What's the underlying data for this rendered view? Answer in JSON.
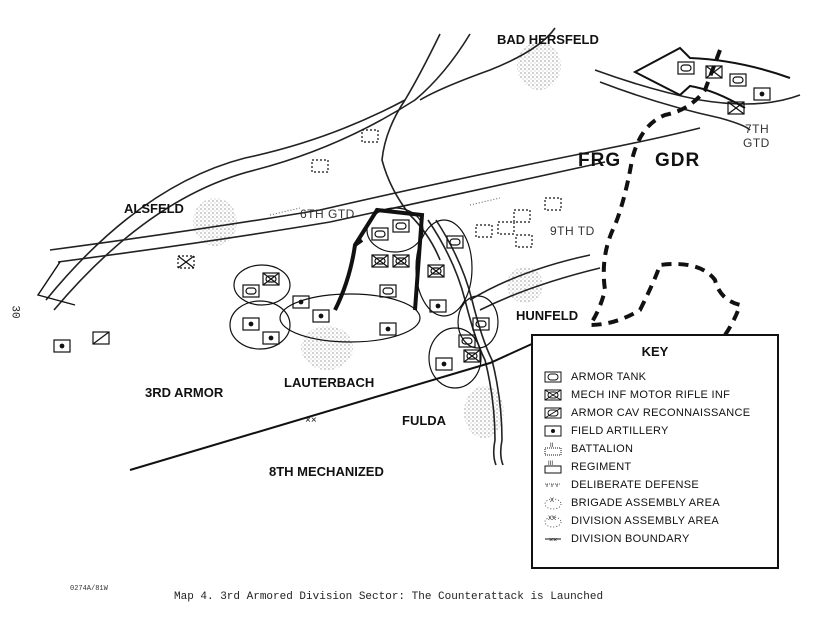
{
  "places": {
    "bad_hersfeld": "BAD HERSFELD",
    "alsfeld": "ALSFELD",
    "lauterbach": "LAUTERBACH",
    "fulda": "FULDA",
    "hunfeld": "HUNFELD",
    "frg": "FRG",
    "gdr": "GDR"
  },
  "units": {
    "third_armor": "3RD ARMOR",
    "eighth_mech": "8TH MECHANIZED",
    "sixth_gtd": "6TH GTD",
    "ninth_td": "9TH TD",
    "seventh_gtd_line1": "7TH",
    "seventh_gtd_line2": "GTD"
  },
  "key": {
    "title": "KEY",
    "items": [
      {
        "symbol": "armor-tank",
        "label": "ARMOR TANK"
      },
      {
        "symbol": "mech-inf",
        "label": "MECH INF MOTOR RIFLE INF"
      },
      {
        "symbol": "armor-cav",
        "label": "ARMOR CAV RECONNAISSANCE"
      },
      {
        "symbol": "field-artillery",
        "label": "FIELD ARTILLERY"
      },
      {
        "symbol": "battalion",
        "label": "BATTALION"
      },
      {
        "symbol": "regiment",
        "label": "REGIMENT"
      },
      {
        "symbol": "deliberate-defense",
        "label": "DELIBERATE DEFENSE"
      },
      {
        "symbol": "brigade-assembly",
        "label": "BRIGADE ASSEMBLY AREA"
      },
      {
        "symbol": "division-assembly",
        "label": "DIVISION ASSEMBLY AREA"
      },
      {
        "symbol": "division-boundary",
        "label": "DIVISION BOUNDARY"
      }
    ]
  },
  "caption": "Map 4.  3rd Armored Division Sector:  The Counterattack is Launched",
  "doc_id": "0274A/81W",
  "page_number": "30"
}
